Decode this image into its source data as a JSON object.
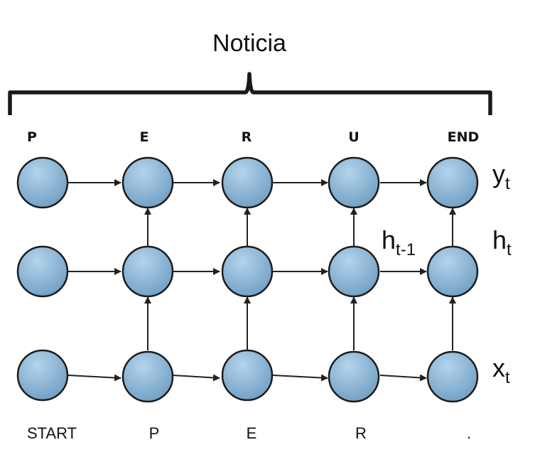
{
  "title": "Noticia",
  "output_labels": [
    "P",
    "E",
    "R",
    "U",
    "END"
  ],
  "input_labels": [
    "START",
    "P",
    "E",
    "R",
    "."
  ],
  "row_labels": {
    "y": {
      "main": "y",
      "sub": "t"
    },
    "h": {
      "main": "h",
      "sub": "t"
    },
    "x": {
      "main": "x",
      "sub": "t"
    }
  },
  "inner_label": {
    "main": "h",
    "sub": "t-1"
  },
  "colors": {
    "node_fill_top": "#aed0ea",
    "node_fill_bottom": "#6f9ec3",
    "node_stroke": "#1c1c1c",
    "edge": "#222222"
  }
}
